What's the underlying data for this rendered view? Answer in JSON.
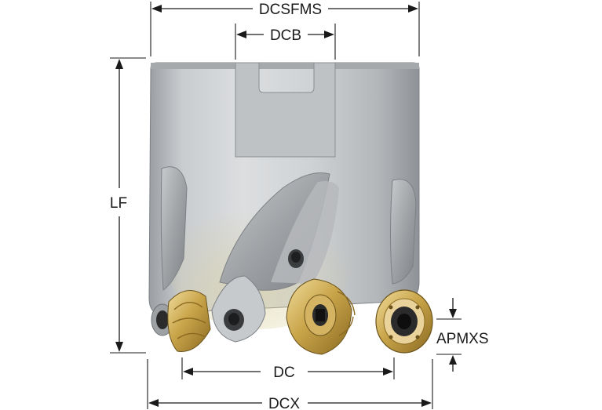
{
  "dimensions": {
    "dcsfms": "DCSFMS",
    "dcb": "DCB",
    "lf": "LF",
    "dc": "DC",
    "dcx": "DCX",
    "apmxs": "APMXS"
  },
  "colors": {
    "body_light": "#d9dbdd",
    "body_mid": "#b4b7ba",
    "body_dark": "#85898d",
    "insert_gold": "#c9a54a",
    "insert_dark": "#2b2b2b",
    "line": "#1a1a1a"
  }
}
